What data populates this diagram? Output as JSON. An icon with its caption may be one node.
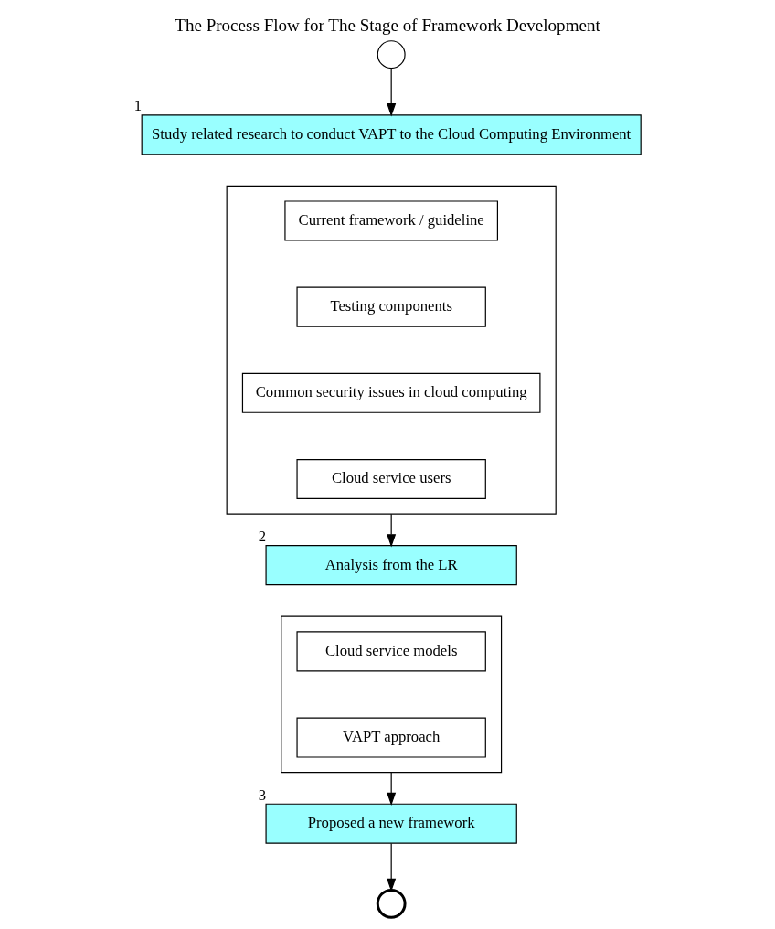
{
  "diagram": {
    "title": "The Process Flow for The Stage of Framework Development",
    "nodes": [
      {
        "text": [],
        "shape": "circle"
      },
      {
        "text": [
          "Study related research to conduct VAPT to the Cloud Computing Environment"
        ],
        "beside": [
          "1"
        ]
      },
      {
        "text": [],
        "shape": "box"
      },
      {
        "text": [
          "Current framework / guideline"
        ],
        "in": 2
      },
      {
        "text": [
          "Testing components"
        ],
        "in": 2
      },
      {
        "text": [
          "Common security issues in cloud computing"
        ],
        "in": 2
      },
      {
        "text": [
          "Cloud service users"
        ],
        "in": 2
      },
      {
        "text": [
          "Analysis from the LR"
        ],
        "beside": [
          "2"
        ]
      },
      {
        "text": [],
        "shape": "box"
      },
      {
        "text": [
          "Cloud service models"
        ],
        "in": 8
      },
      {
        "text": [
          "VAPT approach"
        ],
        "in": 8
      },
      {
        "text": [
          "Proposed a new framework"
        ],
        "beside": [
          "3"
        ]
      },
      {
        "text": [],
        "shape": "circle"
      }
    ],
    "edges": [
      {
        "from": 0,
        "to": 1,
        "arrow": "to"
      },
      {
        "from": 2,
        "to": 7,
        "arrow": "to"
      },
      {
        "from": 8,
        "to": 11,
        "arrow": "to"
      },
      {
        "from": 11,
        "to": 12,
        "arrow": "to"
      }
    ]
  }
}
